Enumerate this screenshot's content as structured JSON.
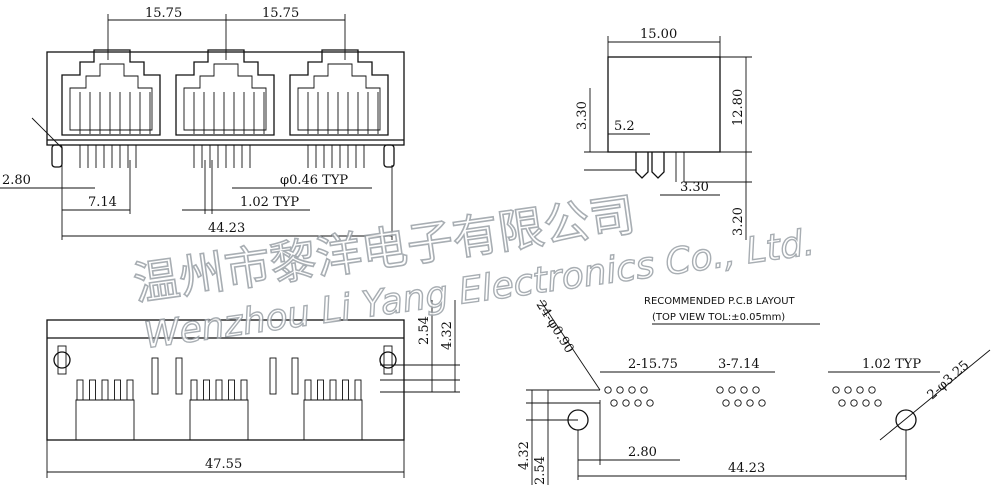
{
  "dims": {
    "top_pitch_a": "15.75",
    "top_pitch_b": "15.75",
    "side_width": "15.00",
    "left_offset": "2.80",
    "pin_span": "7.14",
    "pin_dia": "φ0.46 TYP",
    "pin_pitch": "1.02 TYP",
    "overall_body": "44.23",
    "side_h1": "3.30",
    "side_h2": "12.80",
    "side_off": "5.2",
    "side_h3": "3.30",
    "side_h4": "3.20",
    "front_254": "2.54",
    "front_432": "4.32",
    "front_width": "47.55"
  },
  "pcb": {
    "title": "RECOMMENDED P.C.B LAYOUT",
    "subtitle": "(TOP VIEW TOL:±0.05mm)",
    "holes": "24-φ0.90",
    "pitch_a": "2-15.75",
    "pitch_b": "3-7.14",
    "pitch_c": "1.02 TYP",
    "mount": "2-φ3.25",
    "dim_432": "4.32",
    "dim_254": "2.54",
    "dim_280": "2.80",
    "dim_4423": "44.23"
  },
  "watermark": {
    "cn": "温州市黎洋电子有限公司",
    "en": "Wenzhou Li Yang Electronics Co., Ltd."
  }
}
